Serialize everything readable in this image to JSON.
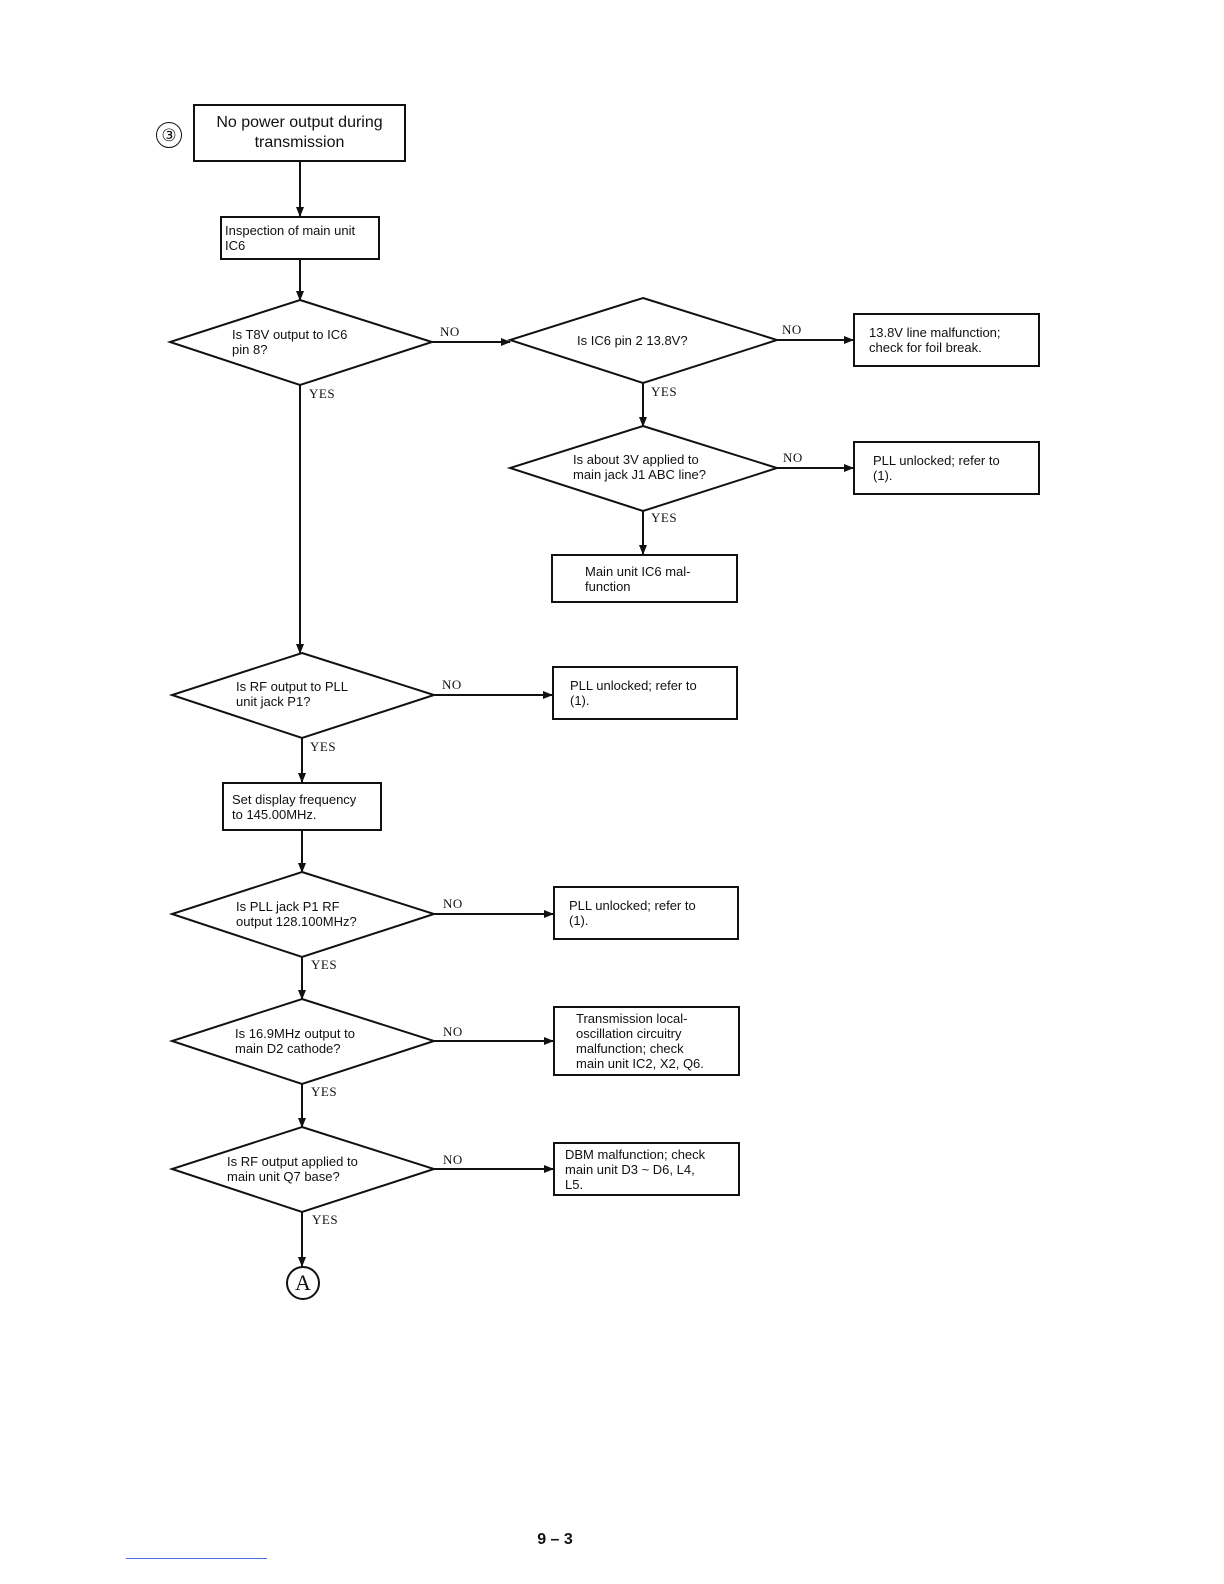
{
  "section_marker": "③",
  "title_box": "No power output during\ntransmission",
  "steps": {
    "inspect_ic6": "Inspection of main unit\nIC6",
    "q_t8v": "Is T8V output to IC6\npin 8?",
    "q_ic6_pin2": "Is IC6 pin 2 13.8V?",
    "r_138v_line": "13.8V line malfunction;\ncheck for foil break.",
    "q_3v_abc": "Is about 3V applied to\nmain jack J1 ABC line?",
    "r_pll_unlocked_1": "PLL unlocked; refer to\n(1).",
    "r_ic6_malfunction": "Main unit IC6 mal-\nfunction",
    "q_rf_pll": "Is RF output to PLL\nunit jack P1?",
    "r_pll_unlocked_2": "PLL unlocked; refer to\n(1).",
    "set_freq": "Set display frequency\nto 145.00MHz.",
    "q_pll_p1_rf": "Is PLL jack P1 RF\noutput 128.100MHz?",
    "r_pll_unlocked_3": "PLL unlocked; refer to\n(1).",
    "q_169mhz": "Is 16.9MHz output to\nmain D2 cathode?",
    "r_tx_local_osc": "Transmission local-\noscillation circuitry\nmalfunction; check\nmain unit IC2, X2, Q6.",
    "q_rf_q7": "Is RF output applied to\nmain unit Q7 base?",
    "r_dbm": "DBM malfunction; check\nmain unit D3 ~ D6, L4,\nL5."
  },
  "branch_labels": {
    "no": "NO",
    "yes": "YES"
  },
  "connector": "A",
  "page_number": "9 – 3"
}
